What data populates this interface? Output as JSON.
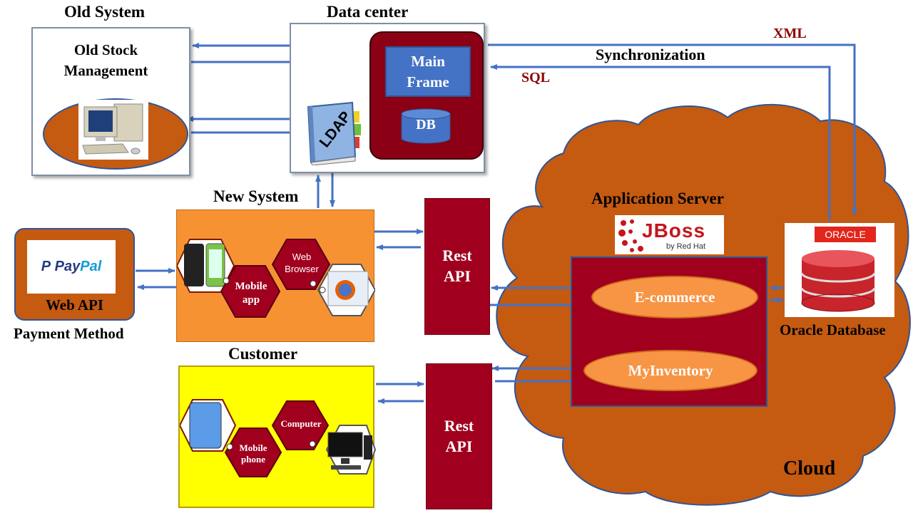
{
  "old_system": {
    "title": "Old  System",
    "box_label_line1": "Old Stock",
    "box_label_line2": "Management"
  },
  "data_center": {
    "title": "Data center",
    "mainframe_line1": "Main",
    "mainframe_line2": "Frame",
    "db_label": "DB",
    "ldap_label": "LDAP"
  },
  "connections": {
    "xml": "XML",
    "synchronization": "Synchronization",
    "sql": "SQL"
  },
  "new_system": {
    "title": "New System",
    "mobile_app_line1": "Mobile",
    "mobile_app_line2": "app",
    "web_browser_line1": "Web",
    "web_browser_line2": "Browser"
  },
  "payment": {
    "paypal_pay": "Pay",
    "paypal_pal": "Pal",
    "web_api": "Web API",
    "caption": "Payment Method"
  },
  "rest_api_top": {
    "line1": "Rest",
    "line2": "API"
  },
  "rest_api_bottom": {
    "line1": "Rest",
    "line2": "API"
  },
  "customer": {
    "title": "Customer",
    "computer": "Computer",
    "mobile_phone_line1": "Mobile",
    "mobile_phone_line2": "phone"
  },
  "cloud": {
    "label": "Cloud",
    "app_server_title": "Application Server",
    "jboss_logo": "JBoss",
    "jboss_sub": "by Red Hat",
    "ecommerce": "E-commerce",
    "myinventory": "MyInventory",
    "oracle_logo": "ORACLE",
    "oracle_db": "Oracle Database"
  },
  "colors": {
    "arrow": "#4472c4",
    "cloud": "#c55a11",
    "dark_red": "#a0001e",
    "orange_panel": "#f79233",
    "yellow_panel": "#ffff00",
    "text_dark_red": "#8b0000"
  }
}
